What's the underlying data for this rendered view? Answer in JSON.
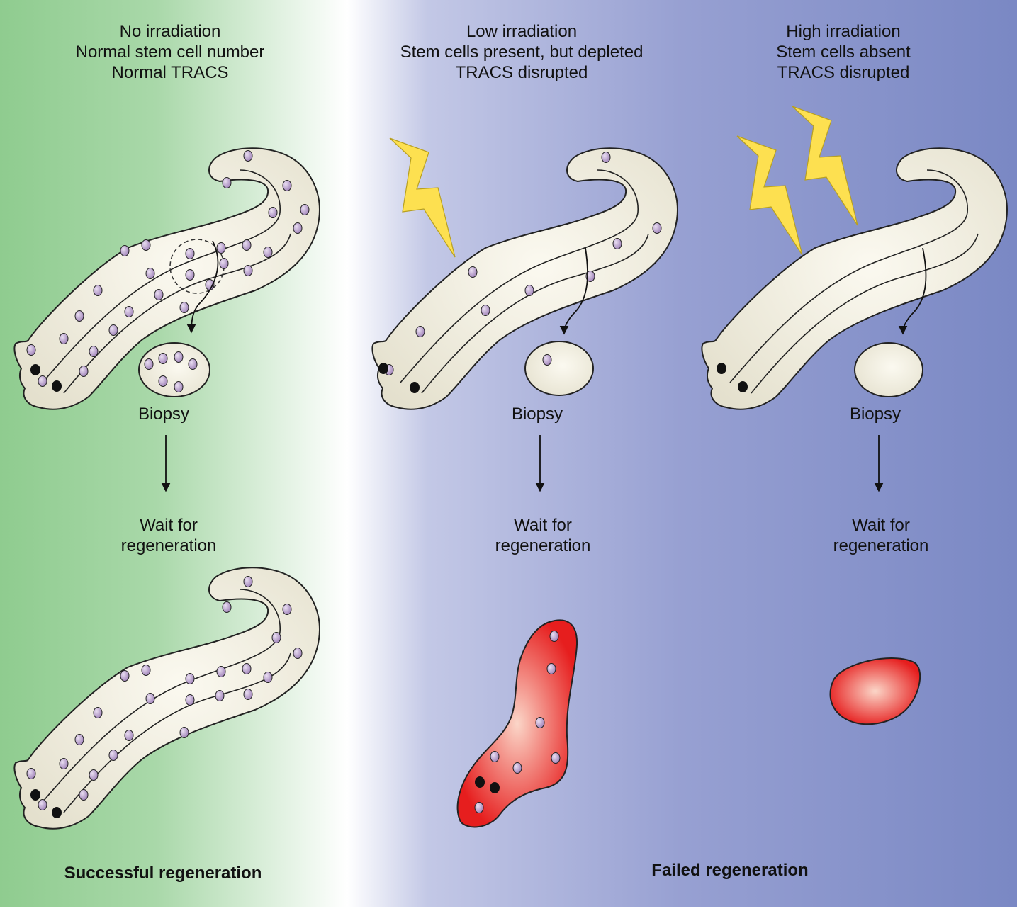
{
  "columns": [
    {
      "id": "none",
      "header": [
        "No irradiation",
        "Normal stem cell number",
        "Normal TRACS"
      ],
      "biopsy_label": "Biopsy",
      "wait_label": [
        "Wait for",
        "regeneration"
      ]
    },
    {
      "id": "low",
      "header": [
        "Low irradiation",
        "Stem cells present, but depleted",
        "TRACS disrupted"
      ],
      "biopsy_label": "Biopsy",
      "wait_label": [
        "Wait for",
        "regeneration"
      ]
    },
    {
      "id": "high",
      "header": [
        "High irradiation",
        "Stem cells absent",
        "TRACS disrupted"
      ],
      "biopsy_label": "Biopsy",
      "wait_label": [
        "Wait for",
        "regeneration"
      ]
    }
  ],
  "outcomes": {
    "success": "Successful regeneration",
    "failed": "Failed regeneration"
  },
  "colors": {
    "success_bg": "#8fcc8f",
    "failed_bg": "#7a88c4",
    "worm_fill": "#ece8d8",
    "stem_cell": "#b89fcc",
    "lightning": "#fde050",
    "failed_tissue": "#e82020",
    "eye": "#111111"
  },
  "icons": [
    "lightning-bolt-icon",
    "stem-cell-icon",
    "arrow-down-icon",
    "eye-icon"
  ]
}
